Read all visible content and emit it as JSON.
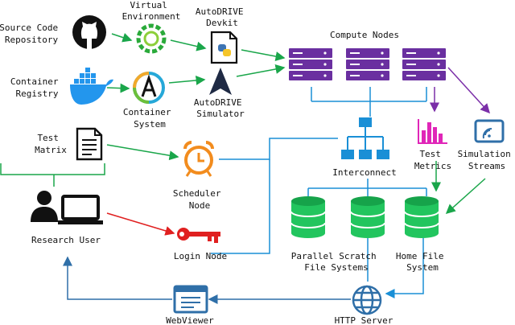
{
  "nodes": {
    "source_repo": {
      "label": [
        "Source Code",
        "Repository"
      ]
    },
    "virtual_env": {
      "label": [
        "Virtual",
        "Environment"
      ]
    },
    "devkit": {
      "label": [
        "AutoDRIVE",
        "Devkit"
      ]
    },
    "compute_nodes": {
      "label": [
        "Compute Nodes"
      ]
    },
    "container_registry": {
      "label": [
        "Container",
        "Registry"
      ]
    },
    "container_system": {
      "label": [
        "Container",
        "System"
      ]
    },
    "simulator": {
      "label": [
        "AutoDRIVE",
        "Simulator"
      ]
    },
    "test_matrix": {
      "label": [
        "Test",
        "Matrix"
      ]
    },
    "scheduler": {
      "label": [
        "Scheduler",
        "Node"
      ]
    },
    "interconnect": {
      "label": [
        "Interconnect"
      ]
    },
    "test_metrics": {
      "label": [
        "Test",
        "Metrics"
      ]
    },
    "sim_streams": {
      "label": [
        "Simulation",
        "Streams"
      ]
    },
    "research_user": {
      "label": [
        "Research User"
      ]
    },
    "login_node": {
      "label": [
        "Login Node"
      ]
    },
    "scratch_fs": {
      "label": [
        "Parallel Scratch",
        "File Systems"
      ]
    },
    "home_fs": {
      "label": [
        "Home File",
        "System"
      ]
    },
    "webviewer": {
      "label": [
        "WebViewer"
      ]
    },
    "http_server": {
      "label": [
        "HTTP Server"
      ]
    }
  },
  "colors": {
    "green": "#1aa64a",
    "blue": "#1a8fd6",
    "purple": "#7b2fa8",
    "red": "#e02020",
    "navy": "#2f6fa8",
    "server": "#6a2fa0",
    "db": "#22c55e",
    "orange": "#f28c1e",
    "magenta": "#e026b8"
  }
}
